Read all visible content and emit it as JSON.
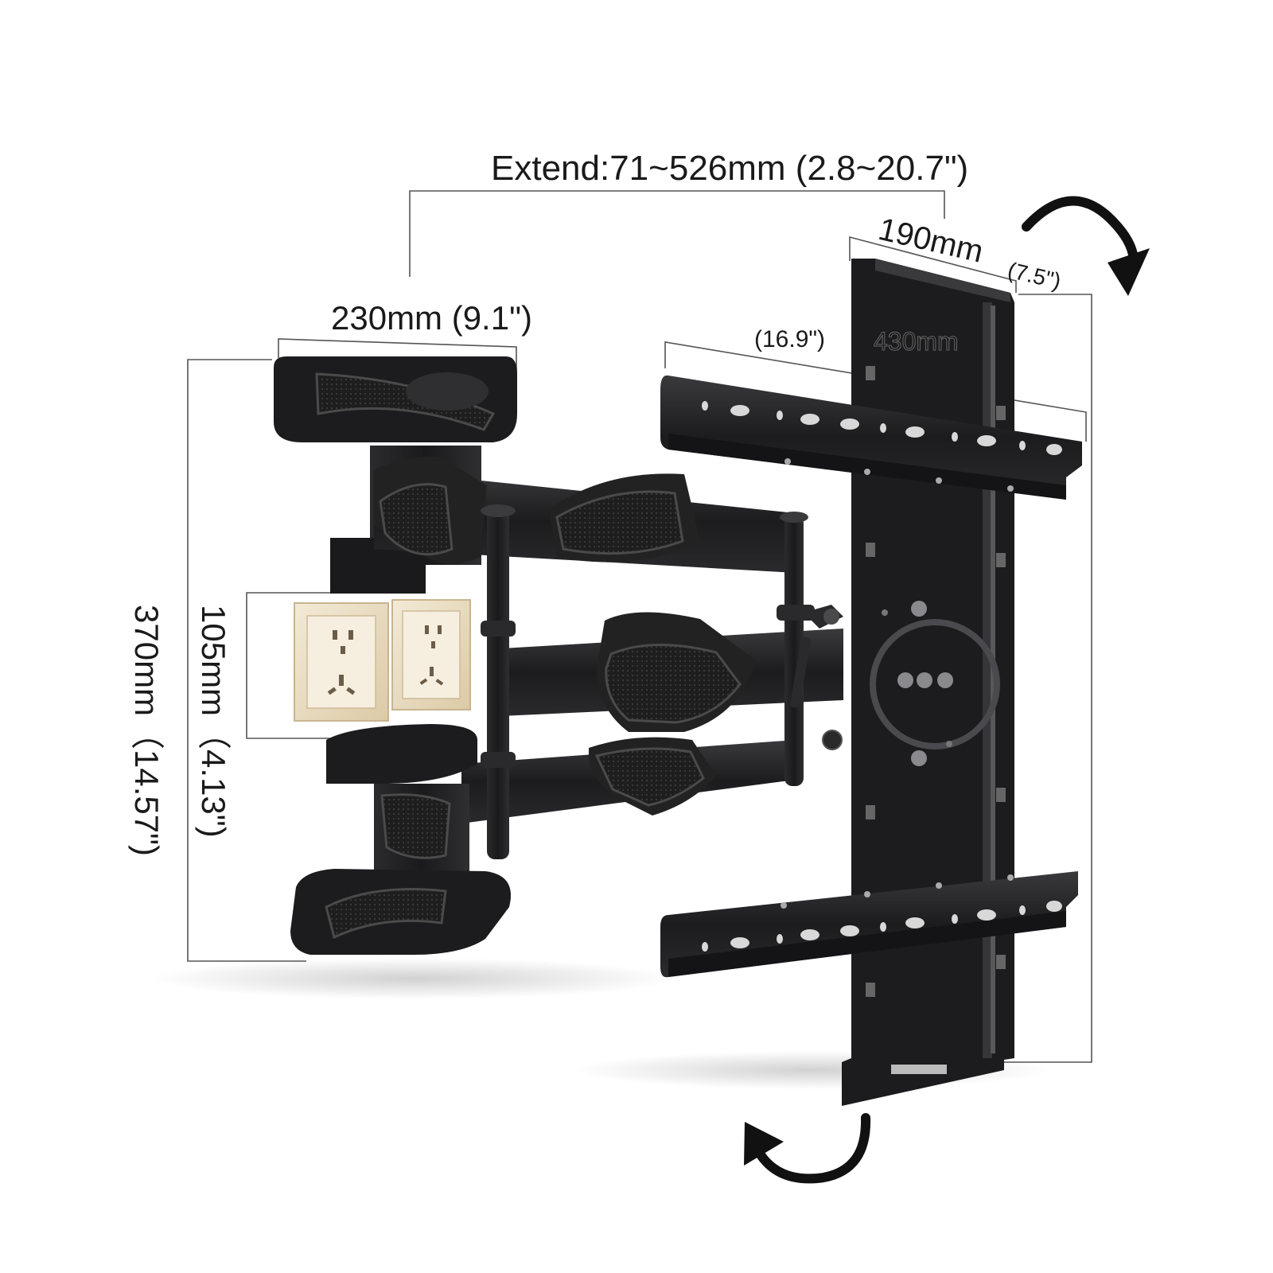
{
  "dimensions": {
    "extend": "Extend:71~526mm (2.8~20.7\")",
    "plate_height_mm": "190mm",
    "plate_height_in": "(7.5\")",
    "arm_width": "230mm (9.1\")",
    "rail_width_in": "(16.9\")",
    "rail_width_mm": "430mm",
    "wall_plate_height": "370mm（14.57\")",
    "socket_gap": "105mm（4.13\")"
  },
  "icons": {
    "tilt_arrow": "curved-arrow-icon",
    "swivel_arrow": "curved-arrow-icon",
    "power_socket": "power-socket-icon"
  },
  "colors": {
    "metal": "#1c1c1e",
    "metal_highlight": "#3a3a3c",
    "grip": "#2a2a2a",
    "socket_plate": "#e9dcc3"
  }
}
